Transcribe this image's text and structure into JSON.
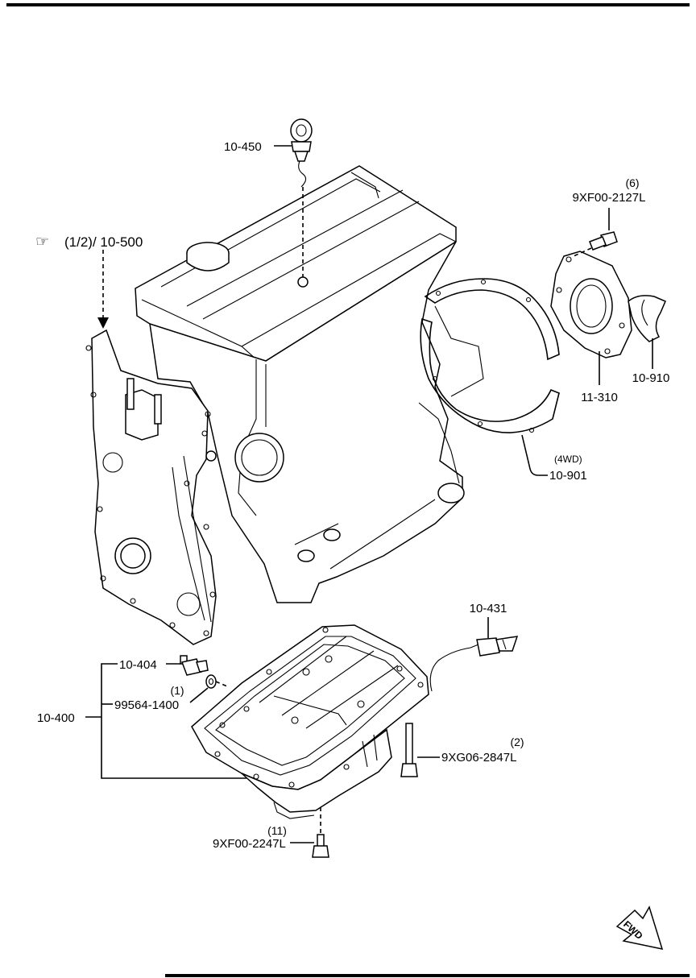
{
  "reference": {
    "arrow_glyph": "☞",
    "text": "(1/2)/ 10-500"
  },
  "parts": {
    "dipstick": "10-450",
    "bolt_upper": {
      "code": "9XF00-2127L",
      "qty": "(6)"
    },
    "seal_housing": "11-310",
    "oil_seal": "10-910",
    "gasket": {
      "code": "10-901",
      "note": "(4WD)"
    },
    "sensor": "10-431",
    "oil_pan_assembly": "10-400",
    "drain_plug": "10-404",
    "washer": {
      "code": "99564-1400",
      "qty": "(1)"
    },
    "long_bolt": {
      "code": "9XG06-2847L",
      "qty": "(2)"
    },
    "pan_bolt": {
      "code": "9XF00-2247L",
      "qty": "(11)"
    }
  },
  "fwd_label": "FWD"
}
